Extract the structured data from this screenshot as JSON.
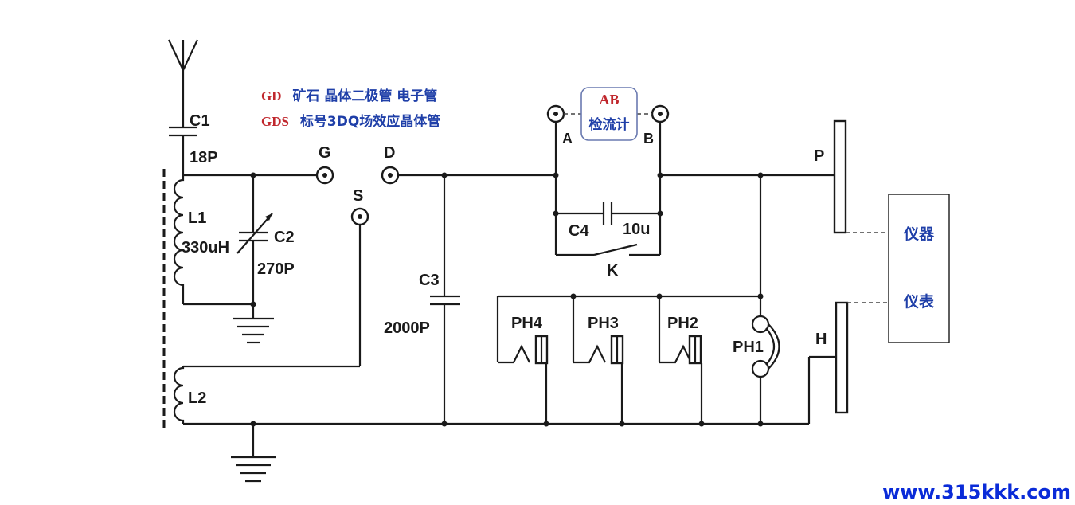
{
  "colors": {
    "red": "#c0272d",
    "blue": "#1f3fa8",
    "ink": "#1a1a1a",
    "watermark": "#0a2bd8"
  },
  "legend": {
    "gd_code": "GD",
    "gd_text": "矿石 晶体二极管 电子管",
    "gds_code": "GDS",
    "gds_text": "标号3DQ场效应晶体管"
  },
  "components": {
    "c1": "C1",
    "c1_value": "18P",
    "l1": "L1",
    "l1_value": "330uH",
    "c2": "C2",
    "c2_value": "270P",
    "c3": "C3",
    "c3_value": "2000P",
    "c4": "C4",
    "c4_value": "10u",
    "l2": "L2",
    "k": "K",
    "ph1": "PH1",
    "ph2": "PH2",
    "ph3": "PH3",
    "ph4": "PH4"
  },
  "terminals": {
    "g": "G",
    "d": "D",
    "s": "S",
    "a": "A",
    "b": "B",
    "p": "P",
    "h": "H"
  },
  "galvanometer": {
    "code": "AB",
    "name": "检流计"
  },
  "instrument": {
    "line1": "仪器",
    "line2": "仪表"
  },
  "watermark": "www.315kkk.com"
}
